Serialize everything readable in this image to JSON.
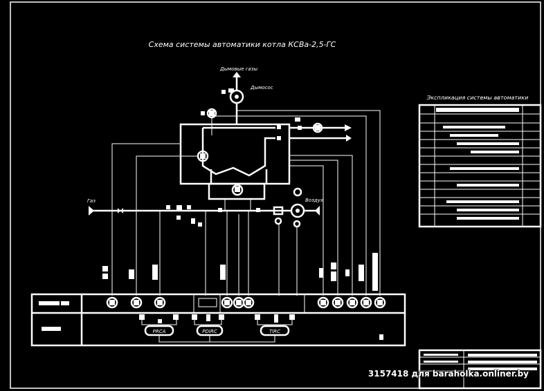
{
  "title": "Схема системы автоматики котла КСВа-2,5-ГС",
  "legend_title": "Экспликация системы автоматики",
  "labels": {
    "flue_gas": "Дымовые газы",
    "exhauster": "Дымосос",
    "gas": "Газ",
    "air": "Воздух"
  },
  "controllers": [
    "PRCA",
    "PDIRC",
    "TIRC"
  ],
  "watermark": "3157418 для baraholka.onliner.by"
}
